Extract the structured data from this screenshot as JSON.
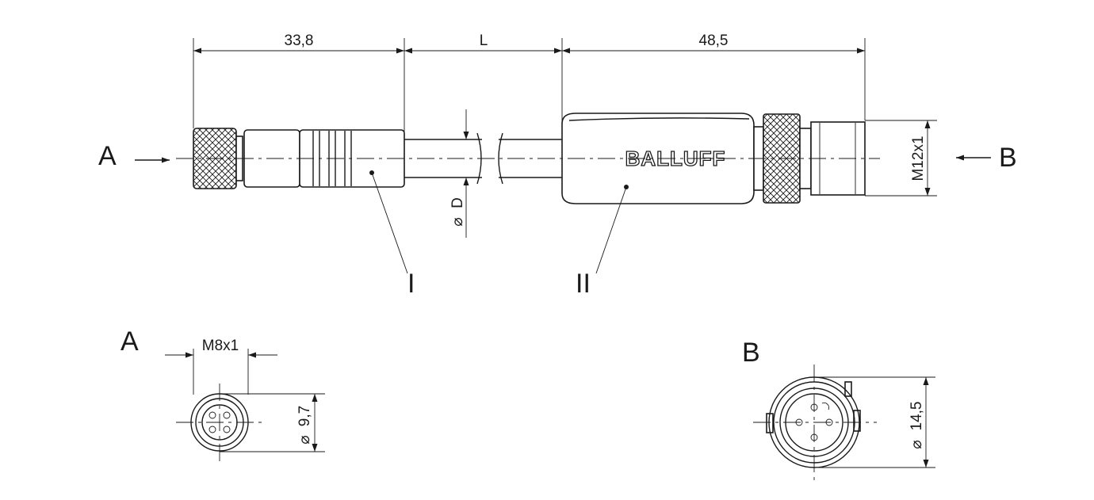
{
  "dimensions": {
    "female_length": "33,8",
    "cable_length": "L",
    "male_length": "48,5",
    "cable_diameter": "D",
    "male_thread": "M12x1",
    "female_thread": "M8x1",
    "female_diameter": "9,7",
    "male_diameter": "14,5"
  },
  "diameter_symbol": "⌀",
  "views": {
    "end_a": "A",
    "end_b": "B",
    "detail_a": "A",
    "detail_b": "B"
  },
  "parts": {
    "part_one": "I",
    "part_two": "II"
  },
  "brand_label": "BALLUFF",
  "colors": {
    "line": "#1a1a1a",
    "background": "#ffffff"
  }
}
